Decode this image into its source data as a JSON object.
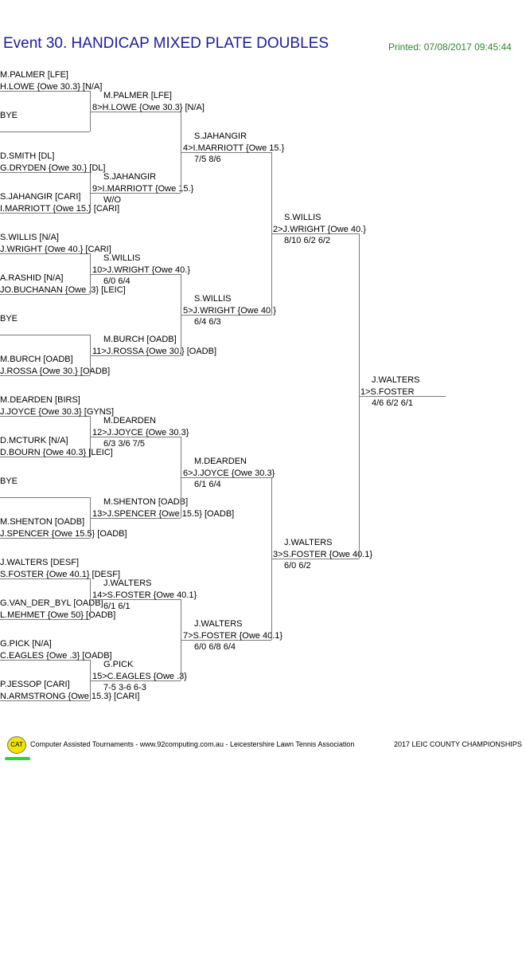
{
  "title": "Event 30. HANDICAP MIXED PLATE DOUBLES",
  "printed": "Printed: 07/08/2017 09:45:44",
  "r1": [
    [
      "M.PALMER [LFE]",
      "H.LOWE {Owe 30.3} [N/A]"
    ],
    [
      "BYE",
      ""
    ],
    [
      "D.SMITH [DL]",
      "G.DRYDEN {Owe 30.} [DL]"
    ],
    [
      "S.JAHANGIR [CARI]",
      "I.MARRIOTT {Owe 15.} [CARI]"
    ],
    [
      "S.WILLIS [N/A]",
      "J.WRIGHT {Owe 40.} [CARI]"
    ],
    [
      "A.RASHID [N/A]",
      "JO.BUCHANAN {Owe .3} [LEIC]"
    ],
    [
      "BYE",
      ""
    ],
    [
      "M.BURCH [OADB]",
      "J.ROSSA {Owe 30.} [OADB]"
    ],
    [
      "M.DEARDEN [BIRS]",
      "J.JOYCE {Owe 30.3} [GYNS]"
    ],
    [
      "D.MCTURK [N/A]",
      "D.BOURN {Owe 40.3} [LEIC]"
    ],
    [
      "BYE",
      ""
    ],
    [
      "M.SHENTON [OADB]",
      "J.SPENCER {Owe 15.5} [OADB]"
    ],
    [
      "J.WALTERS [DESF]",
      "S.FOSTER {Owe 40.1} [DESF]"
    ],
    [
      "G.VAN_DER_BYL [OADB]",
      "L.MEHMET {Owe 50} [OADB]"
    ],
    [
      "G.PICK [N/A]",
      "C.EAGLES {Owe .3} [OADB]"
    ],
    [
      "P.JESSOP [CARI]",
      "N.ARMSTRONG {Owe 15.3} [CARI]"
    ]
  ],
  "r2": [
    [
      "M.PALMER [LFE]",
      "8>H.LOWE {Owe 30.3} [N/A]",
      ""
    ],
    [
      "S.JAHANGIR",
      "9>I.MARRIOTT {Owe 15.}",
      "W/O"
    ],
    [
      "S.WILLIS",
      "10>J.WRIGHT {Owe 40.}",
      "6/0 6/4"
    ],
    [
      "M.BURCH [OADB]",
      "11>J.ROSSA {Owe 30.} [OADB]",
      ""
    ],
    [
      "M.DEARDEN",
      "12>J.JOYCE {Owe 30.3}",
      "6/3 3/6 7/5"
    ],
    [
      "M.SHENTON [OADB]",
      "13>J.SPENCER {Owe 15.5} [OADB]",
      ""
    ],
    [
      "J.WALTERS",
      "14>S.FOSTER {Owe 40.1}",
      "6/1 6/1"
    ],
    [
      "G.PICK",
      "15>C.EAGLES {Owe .3}",
      "7-5 3-6 6-3"
    ]
  ],
  "r3": [
    [
      "S.JAHANGIR",
      "4>I.MARRIOTT {Owe 15.}",
      "7/5 8/6"
    ],
    [
      "S.WILLIS",
      "5>J.WRIGHT {Owe 40.}",
      "6/4 6/3"
    ],
    [
      "M.DEARDEN",
      "6>J.JOYCE {Owe 30.3}",
      "6/1 6/4"
    ],
    [
      "J.WALTERS",
      "7>S.FOSTER {Owe 40.1}",
      "6/0 6/8 6/4"
    ]
  ],
  "r4": [
    [
      "S.WILLIS",
      "2>J.WRIGHT {Owe 40.}",
      "8/10 6/2 6/2"
    ],
    [
      "J.WALTERS",
      "3>S.FOSTER {Owe 40.1}",
      "6/0 6/2"
    ]
  ],
  "r5": [
    [
      "J.WALTERS",
      "1>S.FOSTER",
      "4/6 6/2 6/1"
    ]
  ],
  "footer": {
    "logo": "CAT",
    "credit": "Computer Assisted Tournaments - www.92computing.com.au -  Leicestershire Lawn Tennis Association",
    "championship": "2017 LEIC COUNTY CHAMPIONSHIPS"
  }
}
